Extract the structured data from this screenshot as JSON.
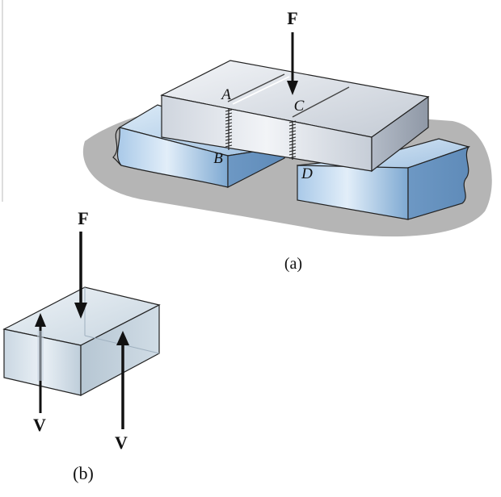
{
  "figure_a": {
    "force_label": "F",
    "point_labels": {
      "a": "A",
      "b": "B",
      "c": "C",
      "d": "D"
    },
    "caption": "(a)"
  },
  "figure_b": {
    "force_label": "F",
    "shear_left_label": "V",
    "shear_right_label": "V",
    "caption": "(b)"
  },
  "colors": {
    "steel_light": "#e6eaf0",
    "steel_mid": "#b8c0cb",
    "steel_dark": "#8c95a3",
    "base_light": "#d4e6f5",
    "base_mid": "#a8c8e6",
    "base_dark": "#6f9cc8",
    "shadow": "#9a9a9a",
    "outline": "#222222"
  }
}
